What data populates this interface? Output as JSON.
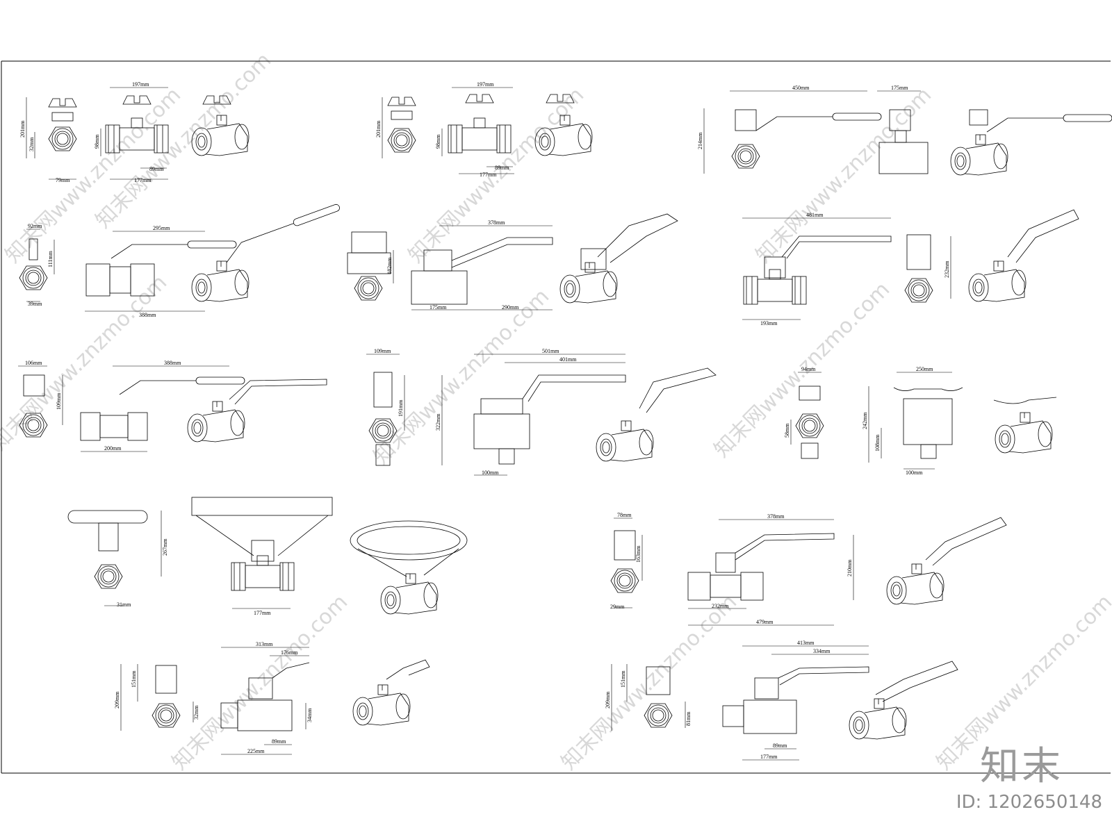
{
  "watermark": {
    "text": "知末网www.znzmo.com"
  },
  "logo": {
    "text": "知末"
  },
  "footer": {
    "image_id": "ID: 1202650148"
  },
  "groups": [
    {
      "dims": [
        "201mm",
        "32mm",
        "79mm",
        "197mm",
        "98mm",
        "89mm",
        "177mm"
      ]
    },
    {
      "dims": [
        "201mm",
        "197mm",
        "98mm",
        "89mm",
        "177mm"
      ]
    },
    {
      "dims": [
        "450mm",
        "175mm",
        "214mm"
      ]
    },
    {
      "dims": [
        "92mm",
        "111mm",
        "39mm",
        "295mm",
        "388mm"
      ]
    },
    {
      "dims": [
        "378mm",
        "182mm",
        "175mm",
        "290mm"
      ]
    },
    {
      "dims": [
        "481mm",
        "193mm",
        "232mm"
      ]
    },
    {
      "dims": [
        "106mm",
        "109mm",
        "388mm",
        "200mm"
      ]
    },
    {
      "dims": [
        "109mm",
        "191mm",
        "322mm",
        "501mm",
        "401mm",
        "100mm"
      ]
    },
    {
      "dims": [
        "94mm",
        "58mm",
        "250mm",
        "242mm",
        "108mm",
        "100mm"
      ]
    },
    {
      "dims": [
        "267mm",
        "31mm",
        "177mm"
      ]
    },
    {
      "dims": [
        "78mm",
        "163mm",
        "29mm",
        "378mm",
        "210mm",
        "232mm",
        "479mm"
      ]
    },
    {
      "dims": [
        "209mm",
        "151mm",
        "313mm",
        "176mm",
        "32mm",
        "34mm",
        "89mm",
        "225mm"
      ]
    },
    {
      "dims": [
        "209mm",
        "151mm",
        "413mm",
        "334mm",
        "81mm",
        "89mm",
        "177mm"
      ]
    }
  ]
}
